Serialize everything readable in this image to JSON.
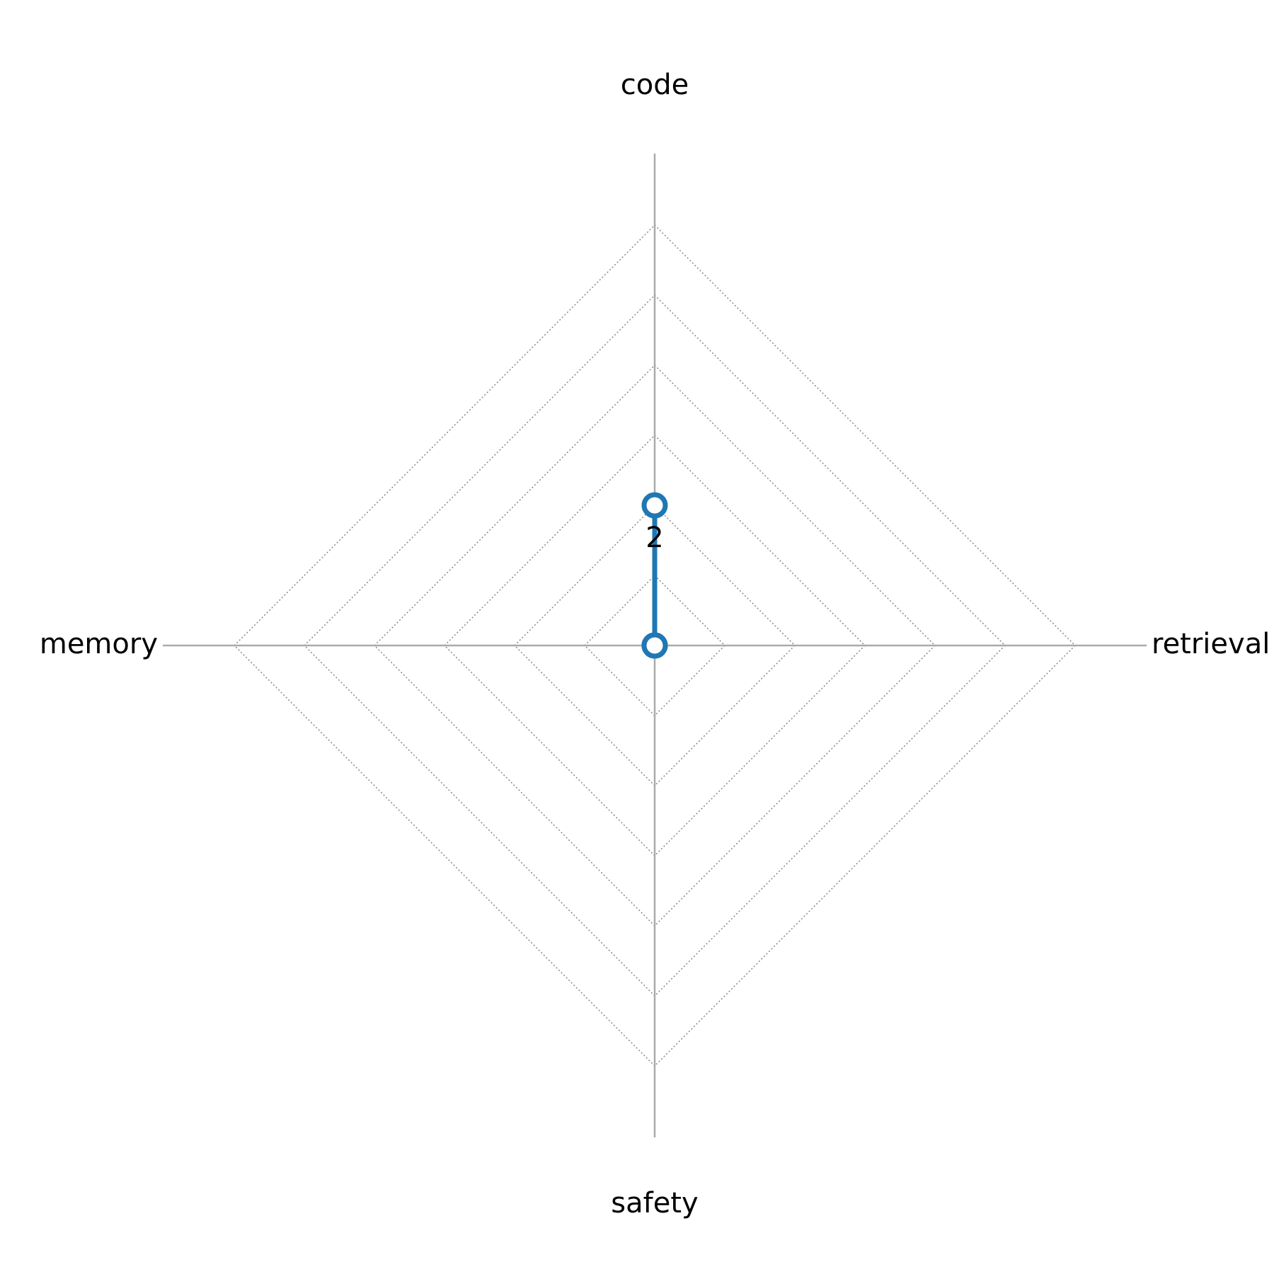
{
  "chart_data": {
    "type": "radar",
    "axes": [
      "code",
      "retrieval",
      "safety",
      "memory"
    ],
    "range": [
      0,
      6
    ],
    "ring_levels": [
      1,
      2,
      3,
      4,
      5,
      6
    ],
    "grid": true,
    "series": [
      {
        "values": [
          2,
          0,
          0,
          0
        ]
      }
    ],
    "data_labels": [
      {
        "axis": "code",
        "text": "2"
      }
    ],
    "colors": {
      "series": "#1f77b4",
      "marker_fill": "#ffffff",
      "spoke": "#aaaaaa",
      "ring": "#888888"
    }
  }
}
